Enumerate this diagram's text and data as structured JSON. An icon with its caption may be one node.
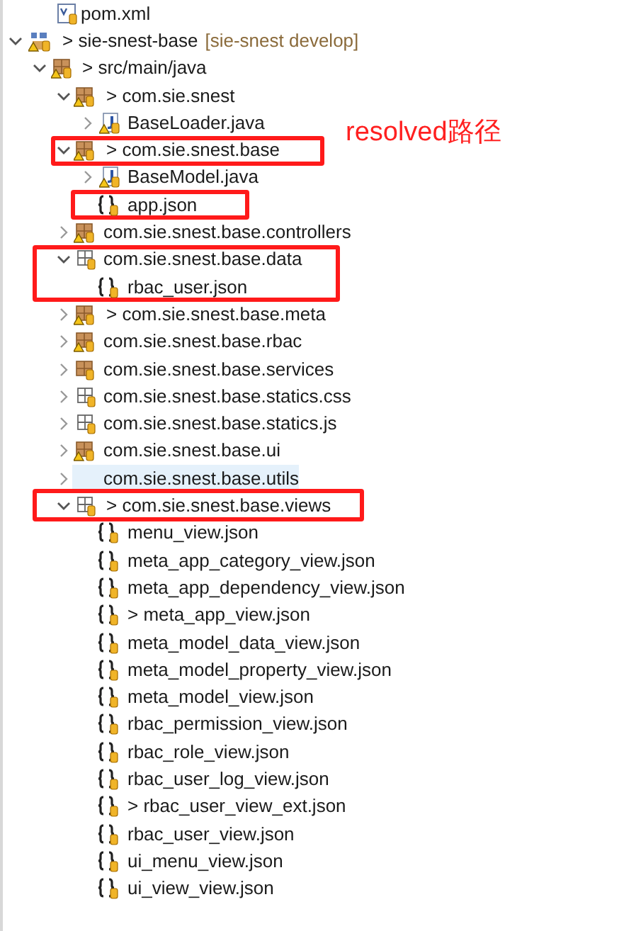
{
  "diagram": {
    "nodes": [
      {
        "text": [
          "> com.sie.snest.base"
        ],
        "beside": [
          "resolved路径"
        ]
      },
      {
        "text": [
          "app.json"
        ]
      },
      {
        "text": [
          "com.sie.snest.base.data",
          "rbac_user.json"
        ]
      },
      {
        "text": [
          "> com.sie.snest.base.views"
        ]
      }
    ],
    "labels": [
      "pom.xml",
      "> sie-snest-base",
      "[sie-snest develop]",
      "> src/main/java",
      "> com.sie.snest",
      "BaseLoader.java",
      "BaseModel.java",
      "com.sie.snest.base.controllers",
      "> com.sie.snest.base.meta",
      "com.sie.snest.base.rbac",
      "com.sie.snest.base.services",
      "com.sie.snest.base.statics.css",
      "com.sie.snest.base.statics.js",
      "com.sie.snest.base.ui",
      "com.sie.snest.base.utils",
      "menu_view.json",
      "meta_app_category_view.json",
      "meta_app_dependency_view.json",
      "> meta_app_view.json",
      "meta_model_data_view.json",
      "meta_model_property_view.json",
      "meta_model_view.json",
      "rbac_permission_view.json",
      "rbac_role_view.json",
      "rbac_user_log_view.json",
      "> rbac_user_view_ext.json",
      "rbac_user_view.json",
      "ui_menu_view.json",
      "ui_view_view.json"
    ]
  }
}
